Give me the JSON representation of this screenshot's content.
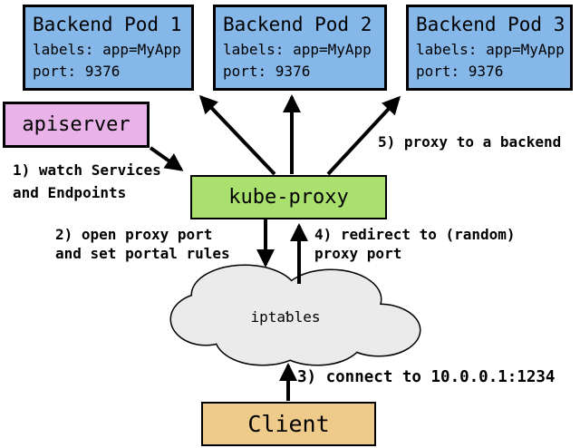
{
  "pods": [
    {
      "title": "Backend Pod 1",
      "line1": "labels: app=MyApp",
      "line2": "port: 9376"
    },
    {
      "title": "Backend Pod 2",
      "line1": "labels: app=MyApp",
      "line2": "port: 9376"
    },
    {
      "title": "Backend Pod 3",
      "line1": "labels: app=MyApp",
      "line2": "port: 9376"
    }
  ],
  "apiserver_label": "apiserver",
  "kube_proxy_label": "kube-proxy",
  "iptables_label": "iptables",
  "client_label": "Client",
  "annotations": {
    "step1": [
      "1) watch Services",
      "and Endpoints"
    ],
    "step2": [
      "2) open proxy port",
      "and set portal rules"
    ],
    "step3": [
      "3) connect to 10.0.0.1:1234"
    ],
    "step4": [
      "4) redirect to (random)",
      "proxy port"
    ],
    "step5": [
      "5) proxy to a backend"
    ]
  },
  "colors": {
    "pod_fill": "#85b7e9",
    "apiserver_fill": "#e9b3e9",
    "kube_proxy_fill": "#a9e06e",
    "client_fill": "#eeca8b",
    "cloud_fill": "#ebebeb",
    "line": "#000000"
  }
}
